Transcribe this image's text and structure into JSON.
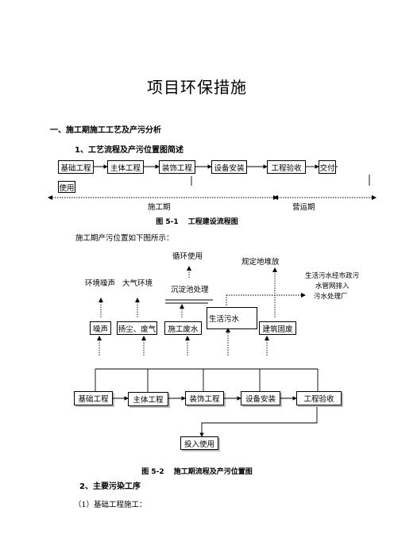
{
  "title": "项目环保措施",
  "section1": "一、施工期施工工艺及产污分析",
  "sub1": "1、工艺流程及产污位置图简述",
  "fig1": {
    "steps": [
      "基础工程",
      "主体工程",
      "装饰工程",
      "设备安装",
      "工程验收",
      "交付"
    ],
    "use": "使用",
    "construction_period": "施工期",
    "operation_period": "营运期",
    "caption": "图 5-1　 工程建设流程图"
  },
  "intro": "施工期产污位置如下图所示：",
  "fig2": {
    "recycle": "循环使用",
    "dump": "规定地堆放",
    "env_noise": "环境噪声",
    "atmosphere": "大气环境",
    "settling": "沉淀池处理",
    "municipal_line1": "生活污水经市政污",
    "municipal_line2": "水管网排入",
    "municipal_line3": "污水处理厂",
    "pollutants": [
      "噪声",
      "扬尘、废气",
      "施工废水",
      "生活污水",
      "建筑固废"
    ],
    "steps": [
      "基础工程",
      "主体工程",
      "装饰工程",
      "设备安装",
      "工程验收"
    ],
    "final": "投入使用",
    "caption": "图 5-2　 施工期流程及产污位置图"
  },
  "sub2": "2、主要污染工序",
  "item1": "（1）基础工程施工："
}
